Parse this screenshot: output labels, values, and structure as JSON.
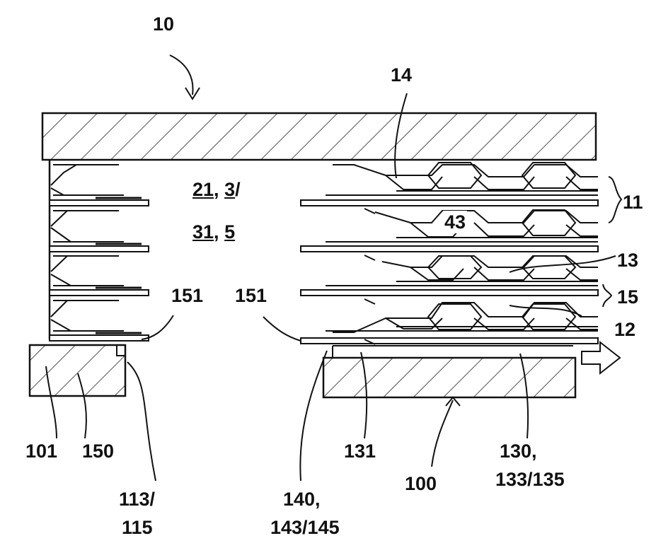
{
  "labels": {
    "l10": "10",
    "l14": "14",
    "l11": "11",
    "l21": "21",
    "l3": "3",
    "sep_comma": ",",
    "sep_slash": "/",
    "l31": "31",
    "l5": "5",
    "l43": "43",
    "l13": "13",
    "l15": "15",
    "l12": "12",
    "l151a": "151",
    "l151b": "151",
    "l101": "101",
    "l150": "150",
    "l113": "113/",
    "l115": "115",
    "l140a": "140,",
    "l140b": "143/145",
    "l131": "131",
    "l100": "100",
    "l130a": "130,",
    "l130b": "133/135"
  }
}
